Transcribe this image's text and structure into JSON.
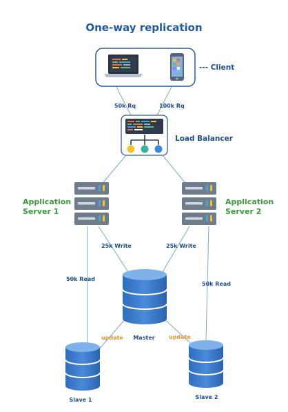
{
  "title": "One-way replication",
  "client": {
    "label": "--- Client"
  },
  "load_balancer": {
    "label": "Load Balancer"
  },
  "app_server_1": {
    "label_line1": "Application",
    "label_line2": "Server 1"
  },
  "app_server_2": {
    "label_line1": "Application",
    "label_line2": "Server 2"
  },
  "master": {
    "label": "Master"
  },
  "slave_1": {
    "label": "Slave 1"
  },
  "slave_2": {
    "label": "Slave 2"
  },
  "edges": {
    "client_to_lb_left": "50k Rq",
    "client_to_lb_right": "100k Rq",
    "server1_to_master": "25k Write",
    "server2_to_master": "25k Write",
    "server1_to_slave1": "50k Read",
    "server2_to_slave2": "50k Read",
    "master_to_slave1": "update",
    "master_to_slave2": "update"
  },
  "colors": {
    "title": "#2358a3",
    "server_label": "#3a9a3e",
    "update_label": "#e6932a",
    "database": "#3f7fcf",
    "server_rack": "#6e7c8c"
  }
}
